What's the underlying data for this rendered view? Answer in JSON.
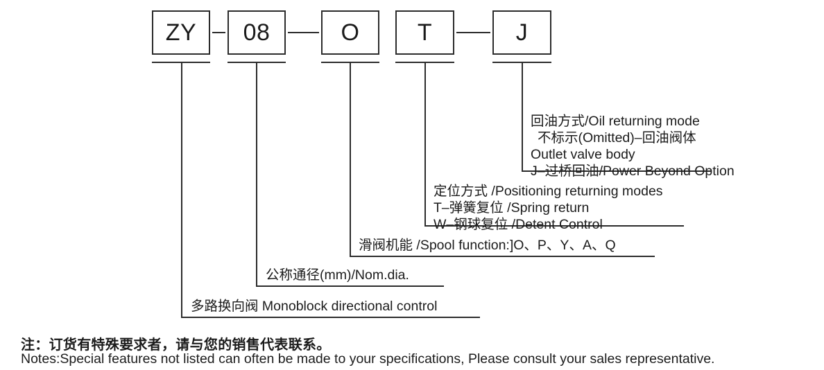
{
  "code_boxes": [
    {
      "value": "ZY"
    },
    {
      "value": "08"
    },
    {
      "value": "O"
    },
    {
      "value": "T"
    },
    {
      "value": "J"
    }
  ],
  "annotations": {
    "oil_returning_mode": [
      "回油方式/Oil returning mode",
      "不标示(Omitted)–回油阀体",
      "Outlet valve body",
      "J–过桥回油/Power Beyond Option"
    ],
    "positioning_modes": [
      "定位方式 /Positioning returning modes",
      "T–弹簧复位 /Spring return",
      "W–钢球复位 /Detent Control"
    ],
    "spool_function": [
      "滑阀机能 /Spool function:]O、P、Y、A、Q"
    ],
    "nominal_diameter": [
      "公称通径(mm)/Nom.dia."
    ],
    "monoblock": [
      "多路换向阀 Monoblock directional control"
    ]
  },
  "notes": {
    "chinese": "注：订货有特殊要求者，请与您的销售代表联系。",
    "english": "Notes:Special features not listed can often be made to your specifications, Please consult your sales representative."
  }
}
